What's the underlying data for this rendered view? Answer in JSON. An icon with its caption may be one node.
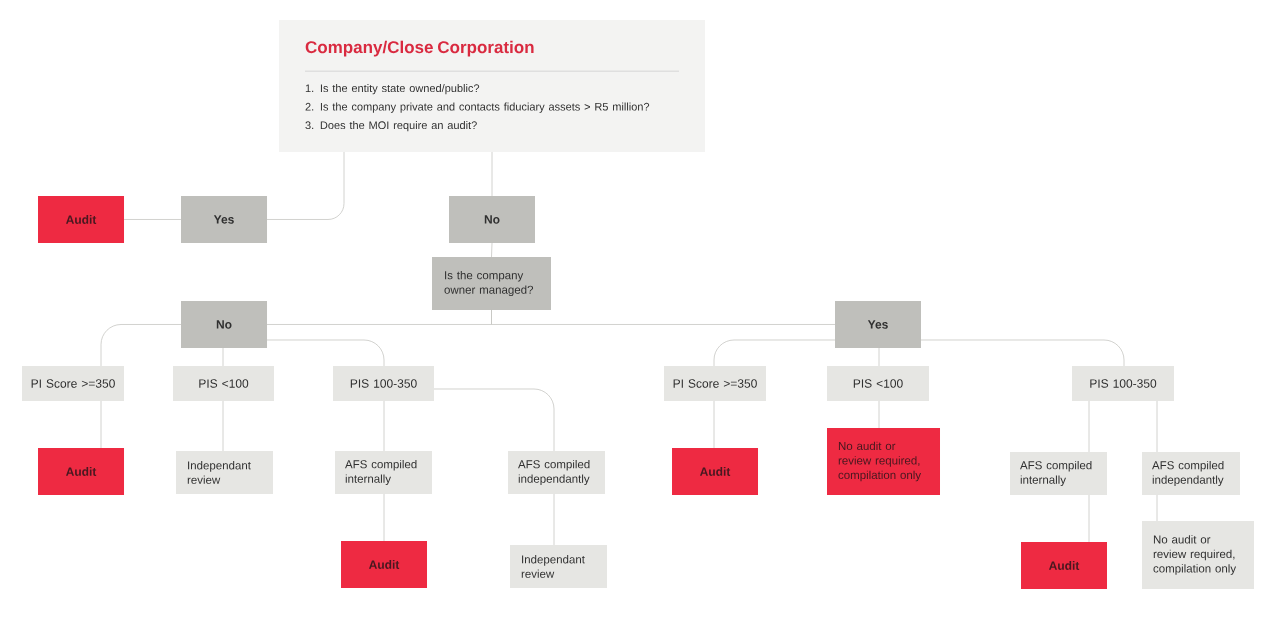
{
  "diagram": {
    "nodes": [
      {
        "text": [
          "Company/Close Corporation",
          "1. Is the entity state owned/public?",
          "2. Is the company private and contacts fiduciary assets > R5 million?",
          "3. Does the MOI require an audit?"
        ]
      },
      {
        "text": [
          "Audit"
        ]
      },
      {
        "text": [
          "Yes"
        ]
      },
      {
        "text": [
          "No"
        ]
      },
      {
        "text": [
          "Is the company owner managed?"
        ]
      },
      {
        "text": [
          "No"
        ]
      },
      {
        "text": [
          "Yes"
        ]
      },
      {
        "text": [
          "PI Score >=350"
        ]
      },
      {
        "text": [
          "PIS <100"
        ]
      },
      {
        "text": [
          "PIS 100-350"
        ]
      },
      {
        "text": [
          "Audit"
        ]
      },
      {
        "text": [
          "Independant review"
        ]
      },
      {
        "text": [
          "AFS compiled internally"
        ]
      },
      {
        "text": [
          "AFS compiled independantly"
        ]
      },
      {
        "text": [
          "Audit"
        ]
      },
      {
        "text": [
          "Independant review"
        ]
      },
      {
        "text": [
          "PI Score >=350"
        ]
      },
      {
        "text": [
          "PIS <100"
        ]
      },
      {
        "text": [
          "PIS 100-350"
        ]
      },
      {
        "text": [
          "Audit"
        ]
      },
      {
        "text": [
          "No audit or review required, compilation only"
        ]
      },
      {
        "text": [
          "AFS compiled internally"
        ]
      },
      {
        "text": [
          "AFS compiled independantly"
        ]
      },
      {
        "text": [
          "Audit"
        ]
      },
      {
        "text": [
          "No audit or review required, compilation only"
        ]
      }
    ],
    "edges": [
      {
        "from": 0,
        "to": 2,
        "arrow": "none"
      },
      {
        "from": 2,
        "to": 1,
        "arrow": "none"
      },
      {
        "from": 0,
        "to": 3,
        "arrow": "none"
      },
      {
        "from": 3,
        "to": 4,
        "arrow": "none"
      },
      {
        "from": 4,
        "to": 5,
        "arrow": "none"
      },
      {
        "from": 4,
        "to": 6,
        "arrow": "none"
      },
      {
        "from": 5,
        "to": 7,
        "arrow": "none"
      },
      {
        "from": 5,
        "to": 8,
        "arrow": "none"
      },
      {
        "from": 5,
        "to": 9,
        "arrow": "none"
      },
      {
        "from": 7,
        "to": 10,
        "arrow": "none"
      },
      {
        "from": 8,
        "to": 11,
        "arrow": "none"
      },
      {
        "from": 9,
        "to": 12,
        "arrow": "none"
      },
      {
        "from": 9,
        "to": 13,
        "arrow": "none"
      },
      {
        "from": 12,
        "to": 14,
        "arrow": "none"
      },
      {
        "from": 13,
        "to": 15,
        "arrow": "none"
      },
      {
        "from": 6,
        "to": 16,
        "arrow": "none"
      },
      {
        "from": 6,
        "to": 17,
        "arrow": "none"
      },
      {
        "from": 6,
        "to": 18,
        "arrow": "none"
      },
      {
        "from": 16,
        "to": 19,
        "arrow": "none"
      },
      {
        "from": 17,
        "to": 20,
        "arrow": "none"
      },
      {
        "from": 18,
        "to": 21,
        "arrow": "none"
      },
      {
        "from": 18,
        "to": 22,
        "arrow": "none"
      },
      {
        "from": 21,
        "to": 23,
        "arrow": "none"
      },
      {
        "from": 22,
        "to": 24,
        "arrow": "none"
      }
    ]
  }
}
